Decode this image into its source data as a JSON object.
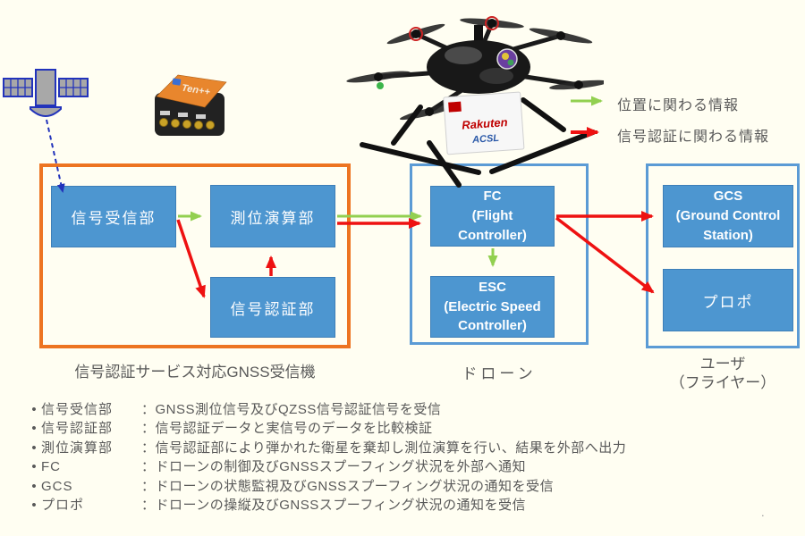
{
  "legend": {
    "position_info": "位置に関わる情報",
    "auth_info": "信号認証に関わる情報"
  },
  "receiver_group": {
    "caption": "信号認証サービス対応GNSS受信機",
    "signal_rx": "信号受信部",
    "positioning": "測位演算部",
    "signal_auth": "信号認証部"
  },
  "drone_group": {
    "caption": "ドローン",
    "fc": "FC\n(Flight\nController)",
    "esc": "ESC\n(Electric Speed\nController)"
  },
  "user_group": {
    "caption": "ユーザ\n（フライヤー）",
    "gcs": "GCS\n(Ground Control\nStation)",
    "propo": "プロポ"
  },
  "photos": {
    "receiver_label": "Ten++",
    "drone_brand": "Rakuten",
    "drone_sub_brand": "ACSL"
  },
  "notes": [
    {
      "term": "信号受信部",
      "desc": "：GNSS測位信号及びQZSS信号認証信号を受信"
    },
    {
      "term": "信号認証部",
      "desc": "：信号認証データと実信号のデータを比較検証"
    },
    {
      "term": "測位演算部",
      "desc": "：信号認証部により弾かれた衛星を棄却し測位演算を行い、結果を外部へ出力"
    },
    {
      "term": "FC",
      "desc": "：ドローンの制御及びGNSSスプーフィング状況を外部へ通知"
    },
    {
      "term": "GCS",
      "desc": "：ドローンの状態監視及びGNSSスプーフィング状況の通知を受信"
    },
    {
      "term": "プロポ",
      "desc": "：ドローンの操縦及びGNSSスプーフィング状況の通知を受信"
    }
  ],
  "colors": {
    "background": "#FFFEF2",
    "accent_orange": "#ED7421",
    "group_blue_border": "#5B9BD5",
    "block_blue_fill": "#4D96D0",
    "arrow_green": "#92D050",
    "arrow_red": "#EE1111",
    "satellite_blue": "#2233BB",
    "text_gray": "#595959"
  },
  "stray_mark": "."
}
